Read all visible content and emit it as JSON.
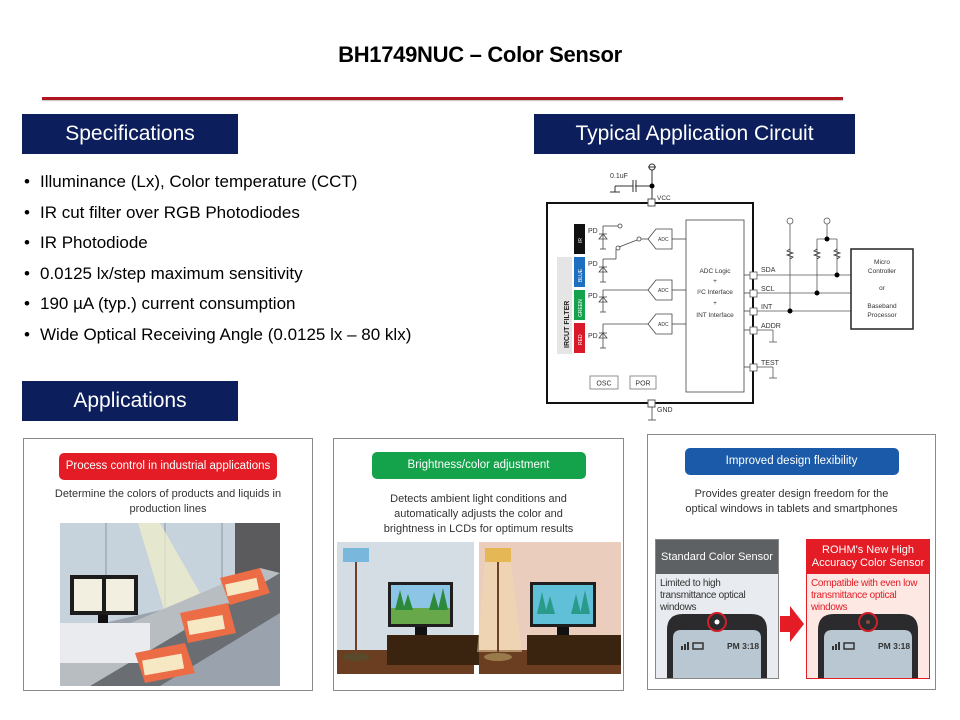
{
  "slide": {
    "title": "BH1749NUC – Color Sensor",
    "accent_color": "#b0161d",
    "header_color": "#0c1f5c"
  },
  "specifications": {
    "header": "Specifications",
    "items": [
      "Illuminance  (Lx), Color temperature  (CCT)",
      "IR cut filter over RGB Photodiodes",
      "IR Photodiode",
      "0.0125 lx/step  maximum  sensitivity",
      "190 µA  (typ.) current consumption",
      "Wide Optical  Receiving Angle  (0.0125 lx – 80 klx)"
    ]
  },
  "circuit": {
    "header": "Typical Application Circuit",
    "capacitor": "0.1uF",
    "vcc": "VCC",
    "gnd": "GND",
    "filter_label": "IRCUT FILTER",
    "channels": [
      {
        "label": "IR",
        "color": "#111111"
      },
      {
        "label": "BLUE",
        "color": "#1f6fc0"
      },
      {
        "label": "GREEN",
        "color": "#14a24a"
      },
      {
        "label": "RED",
        "color": "#d9182a"
      }
    ],
    "pd_label": "PD",
    "adc_label": "ADC",
    "logic_lines": [
      "ADC Logic",
      "+",
      "I²C Interface",
      "+",
      "INT Interface"
    ],
    "osc": "OSC",
    "por": "POR",
    "pins": [
      "SDA",
      "SCL",
      "INT",
      "ADDR",
      "TEST"
    ],
    "host_lines": [
      "Micro",
      "Controller",
      "or",
      "Baseband",
      "Processor"
    ]
  },
  "applications": {
    "header": "Applications",
    "cards": [
      {
        "tag": "Process control in industrial applications",
        "tag_color": "#e31c25",
        "description": [
          "Determine the colors of products and liquids in",
          "production lines"
        ]
      },
      {
        "tag": "Brightness/color adjustment",
        "tag_color": "#14a24a",
        "description": [
          "Detects ambient light conditions and",
          "automatically adjusts the color and",
          "brightness in LCDs for optimum results"
        ]
      },
      {
        "tag": "Improved design flexibility",
        "tag_color": "#1a5aa8",
        "description": [
          "Provides greater design freedom for the",
          "optical windows in tablets and smartphones"
        ],
        "comparison": [
          {
            "title": "Standard Color Sensor",
            "text": "Limited to high transmittance optical windows",
            "clock": "PM 3:18"
          },
          {
            "title": "ROHM's New High Accuracy Color Sensor",
            "text": "Compatible with even low transmittance optical windows",
            "clock": "PM 3:18"
          }
        ]
      }
    ]
  }
}
